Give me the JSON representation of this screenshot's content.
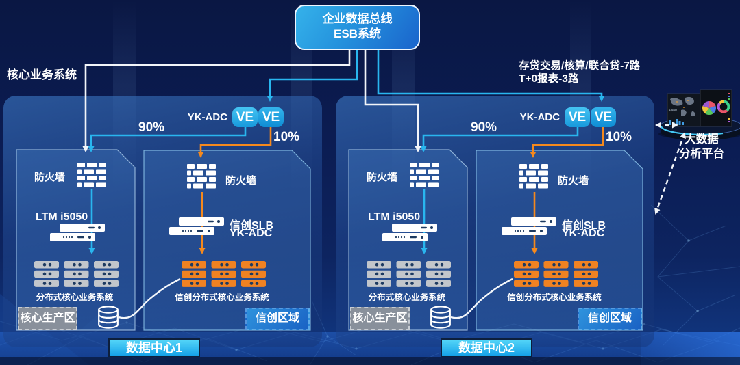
{
  "esb": {
    "line1": "企业数据总线",
    "line2": "ESB系统"
  },
  "top": {
    "core_system": "核心业务系统",
    "traffic_line1": "存贷交易/核算/联合贷-7路",
    "traffic_line2": "T+0报表-3路"
  },
  "platform": {
    "line1": "大数据",
    "line2": "分析平台",
    "metric": "136.02"
  },
  "colors": {
    "cyan": "#29b6ef",
    "orange": "#f5891d",
    "line_white": "#f2f5f9"
  },
  "datacenters": [
    {
      "name": "数据中心1",
      "adc_label": "YK-ADC",
      "ve_left": "VE",
      "ve_right": "VE",
      "pct_main": "90%",
      "pct_alt": "10%",
      "firewall_left": "防火墙",
      "firewall_right": "防火墙",
      "lb_left": "LTM i5050",
      "lb_right_line1": "信创SLB",
      "lb_right_line2": "YK-ADC",
      "cluster_left": "分布式核心业务系统",
      "cluster_right": "信创分布式核心业务系统",
      "zone_left": "核心生产区",
      "zone_right": "信创区域"
    },
    {
      "name": "数据中心2",
      "adc_label": "YK-ADC",
      "ve_left": "VE",
      "ve_right": "VE",
      "pct_main": "90%",
      "pct_alt": "10%",
      "firewall_left": "防火墙",
      "firewall_right": "防火墙",
      "lb_left": "LTM i5050",
      "lb_right_line1": "信创SLB",
      "lb_right_line2": "YK-ADC",
      "cluster_left": "分布式核心业务系统",
      "cluster_right": "信创分布式核心业务系统",
      "zone_left": "核心生产区",
      "zone_right": "信创区域"
    }
  ]
}
